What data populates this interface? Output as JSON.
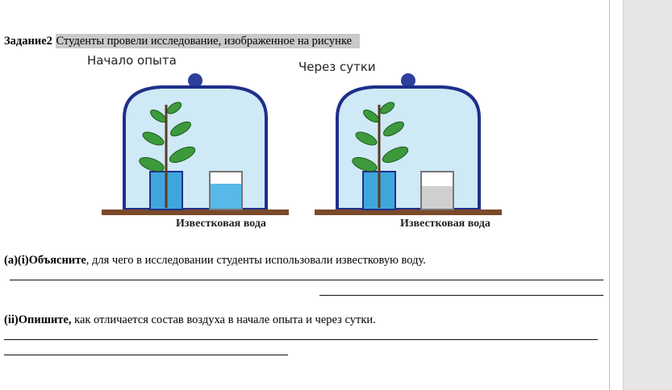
{
  "task": {
    "label": "Задание2",
    "text": "Студенты   провели исследование, изображенное на рисунке"
  },
  "figure": {
    "left_caption": "Начало опыта",
    "right_caption": "Через сутки",
    "left_water_label": "Известковая вода",
    "right_water_label": "Известковая вода",
    "colors": {
      "bell_outline": "#1f2f8a",
      "bell_fill": "#cfe9f7",
      "base": "#7a4a2a",
      "beaker_water": "#3fa6dc",
      "limewater_clear": "#58b8e8",
      "limewater_cloudy": "#cfcfcf",
      "leaf": "#3c9a3c",
      "stem": "#5a3b22"
    }
  },
  "question_a": {
    "number": "(a)(i)",
    "verb": "Объясните",
    "text": ",  для чего  в  исследовании студенты  использовали известковую воду."
  },
  "question_b": {
    "number": "(ii)",
    "verb": "Опишите,",
    "text": "  как отличается состав воздуха  в начале опыта и через сутки."
  }
}
